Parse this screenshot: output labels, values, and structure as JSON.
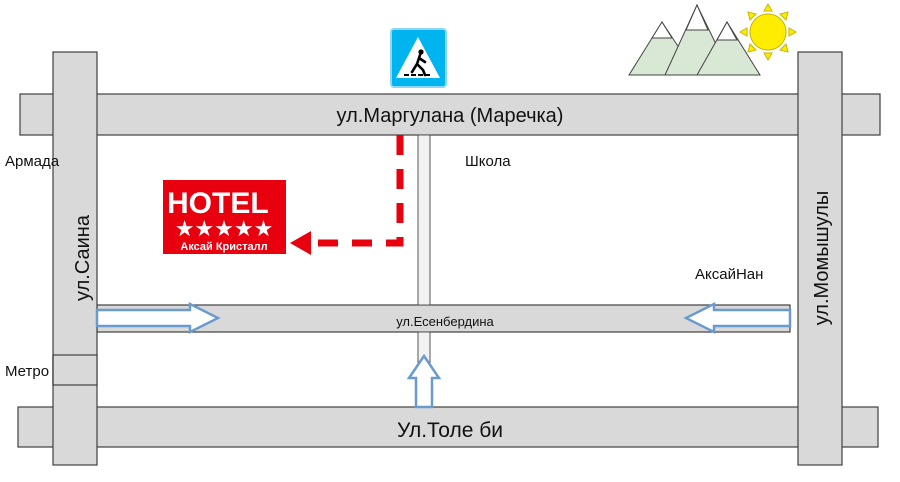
{
  "streets": {
    "top": "ул.Маргулана (Маречка)",
    "bottom": "Ул.Толе би",
    "left": "ул.Саина",
    "right": "ул.Момышулы",
    "middle": "ул.Есенбердина"
  },
  "landmarks": {
    "armada": "Армада",
    "metro": "Метро",
    "school": "Школа",
    "aksaynan": "АксайНан"
  },
  "hotel": {
    "title": "HOTEL",
    "stars": "★★★★★",
    "name": "Аксай Кристалл"
  },
  "colors": {
    "road": "#d9d9d9",
    "route": "#e8000f",
    "arrow": "#6a9bd0",
    "sign": "#00b4ef"
  }
}
